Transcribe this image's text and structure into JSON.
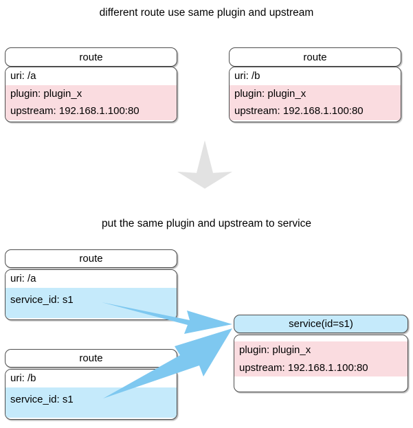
{
  "diagram": {
    "type": "uml-like flow diagram",
    "captions": {
      "top": "different route use same plugin and upstream",
      "middle": "put the same plugin and upstream to service"
    },
    "colors": {
      "pink_section": "#fadce0",
      "blue_section": "#c5eafb",
      "arrow_blue": "#7ec8f0",
      "transition_arrow_gray": "#e2e2e2",
      "box_border": "#4d4d4d",
      "background": "#ffffff"
    },
    "top_section": {
      "nodes": [
        {
          "id": "route-a-before",
          "header": "route",
          "rows": [
            {
              "text": "uri: /a",
              "fill": "white"
            },
            {
              "text": "plugin: plugin_x",
              "fill": "pink"
            },
            {
              "text": "upstream: 192.168.1.100:80",
              "fill": "pink"
            }
          ]
        },
        {
          "id": "route-b-before",
          "header": "route",
          "rows": [
            {
              "text": "uri: /b",
              "fill": "white"
            },
            {
              "text": "plugin: plugin_x",
              "fill": "pink"
            },
            {
              "text": "upstream: 192.168.1.100:80",
              "fill": "pink"
            }
          ]
        }
      ]
    },
    "transition": {
      "icon": "down-arrow-icon"
    },
    "bottom_section": {
      "nodes": [
        {
          "id": "route-a-after",
          "header": "route",
          "rows": [
            {
              "text": "uri: /a",
              "fill": "white"
            },
            {
              "text": "service_id: s1",
              "fill": "blue"
            }
          ]
        },
        {
          "id": "route-b-after",
          "header": "route",
          "rows": [
            {
              "text": "uri: /b",
              "fill": "white"
            },
            {
              "text": "service_id: s1",
              "fill": "blue"
            }
          ]
        },
        {
          "id": "service-s1",
          "header": "service(id=s1)",
          "rows": [
            {
              "text": "plugin: plugin_x",
              "fill": "pink"
            },
            {
              "text": "upstream: 192.168.1.100:80",
              "fill": "pink"
            }
          ]
        }
      ],
      "edges": [
        {
          "from": "route-a-after",
          "to": "service-s1",
          "style": "solid-tapered-arrow",
          "color": "#7ec8f0"
        },
        {
          "from": "route-b-after",
          "to": "service-s1",
          "style": "solid-tapered-arrow",
          "color": "#7ec8f0"
        }
      ]
    }
  }
}
